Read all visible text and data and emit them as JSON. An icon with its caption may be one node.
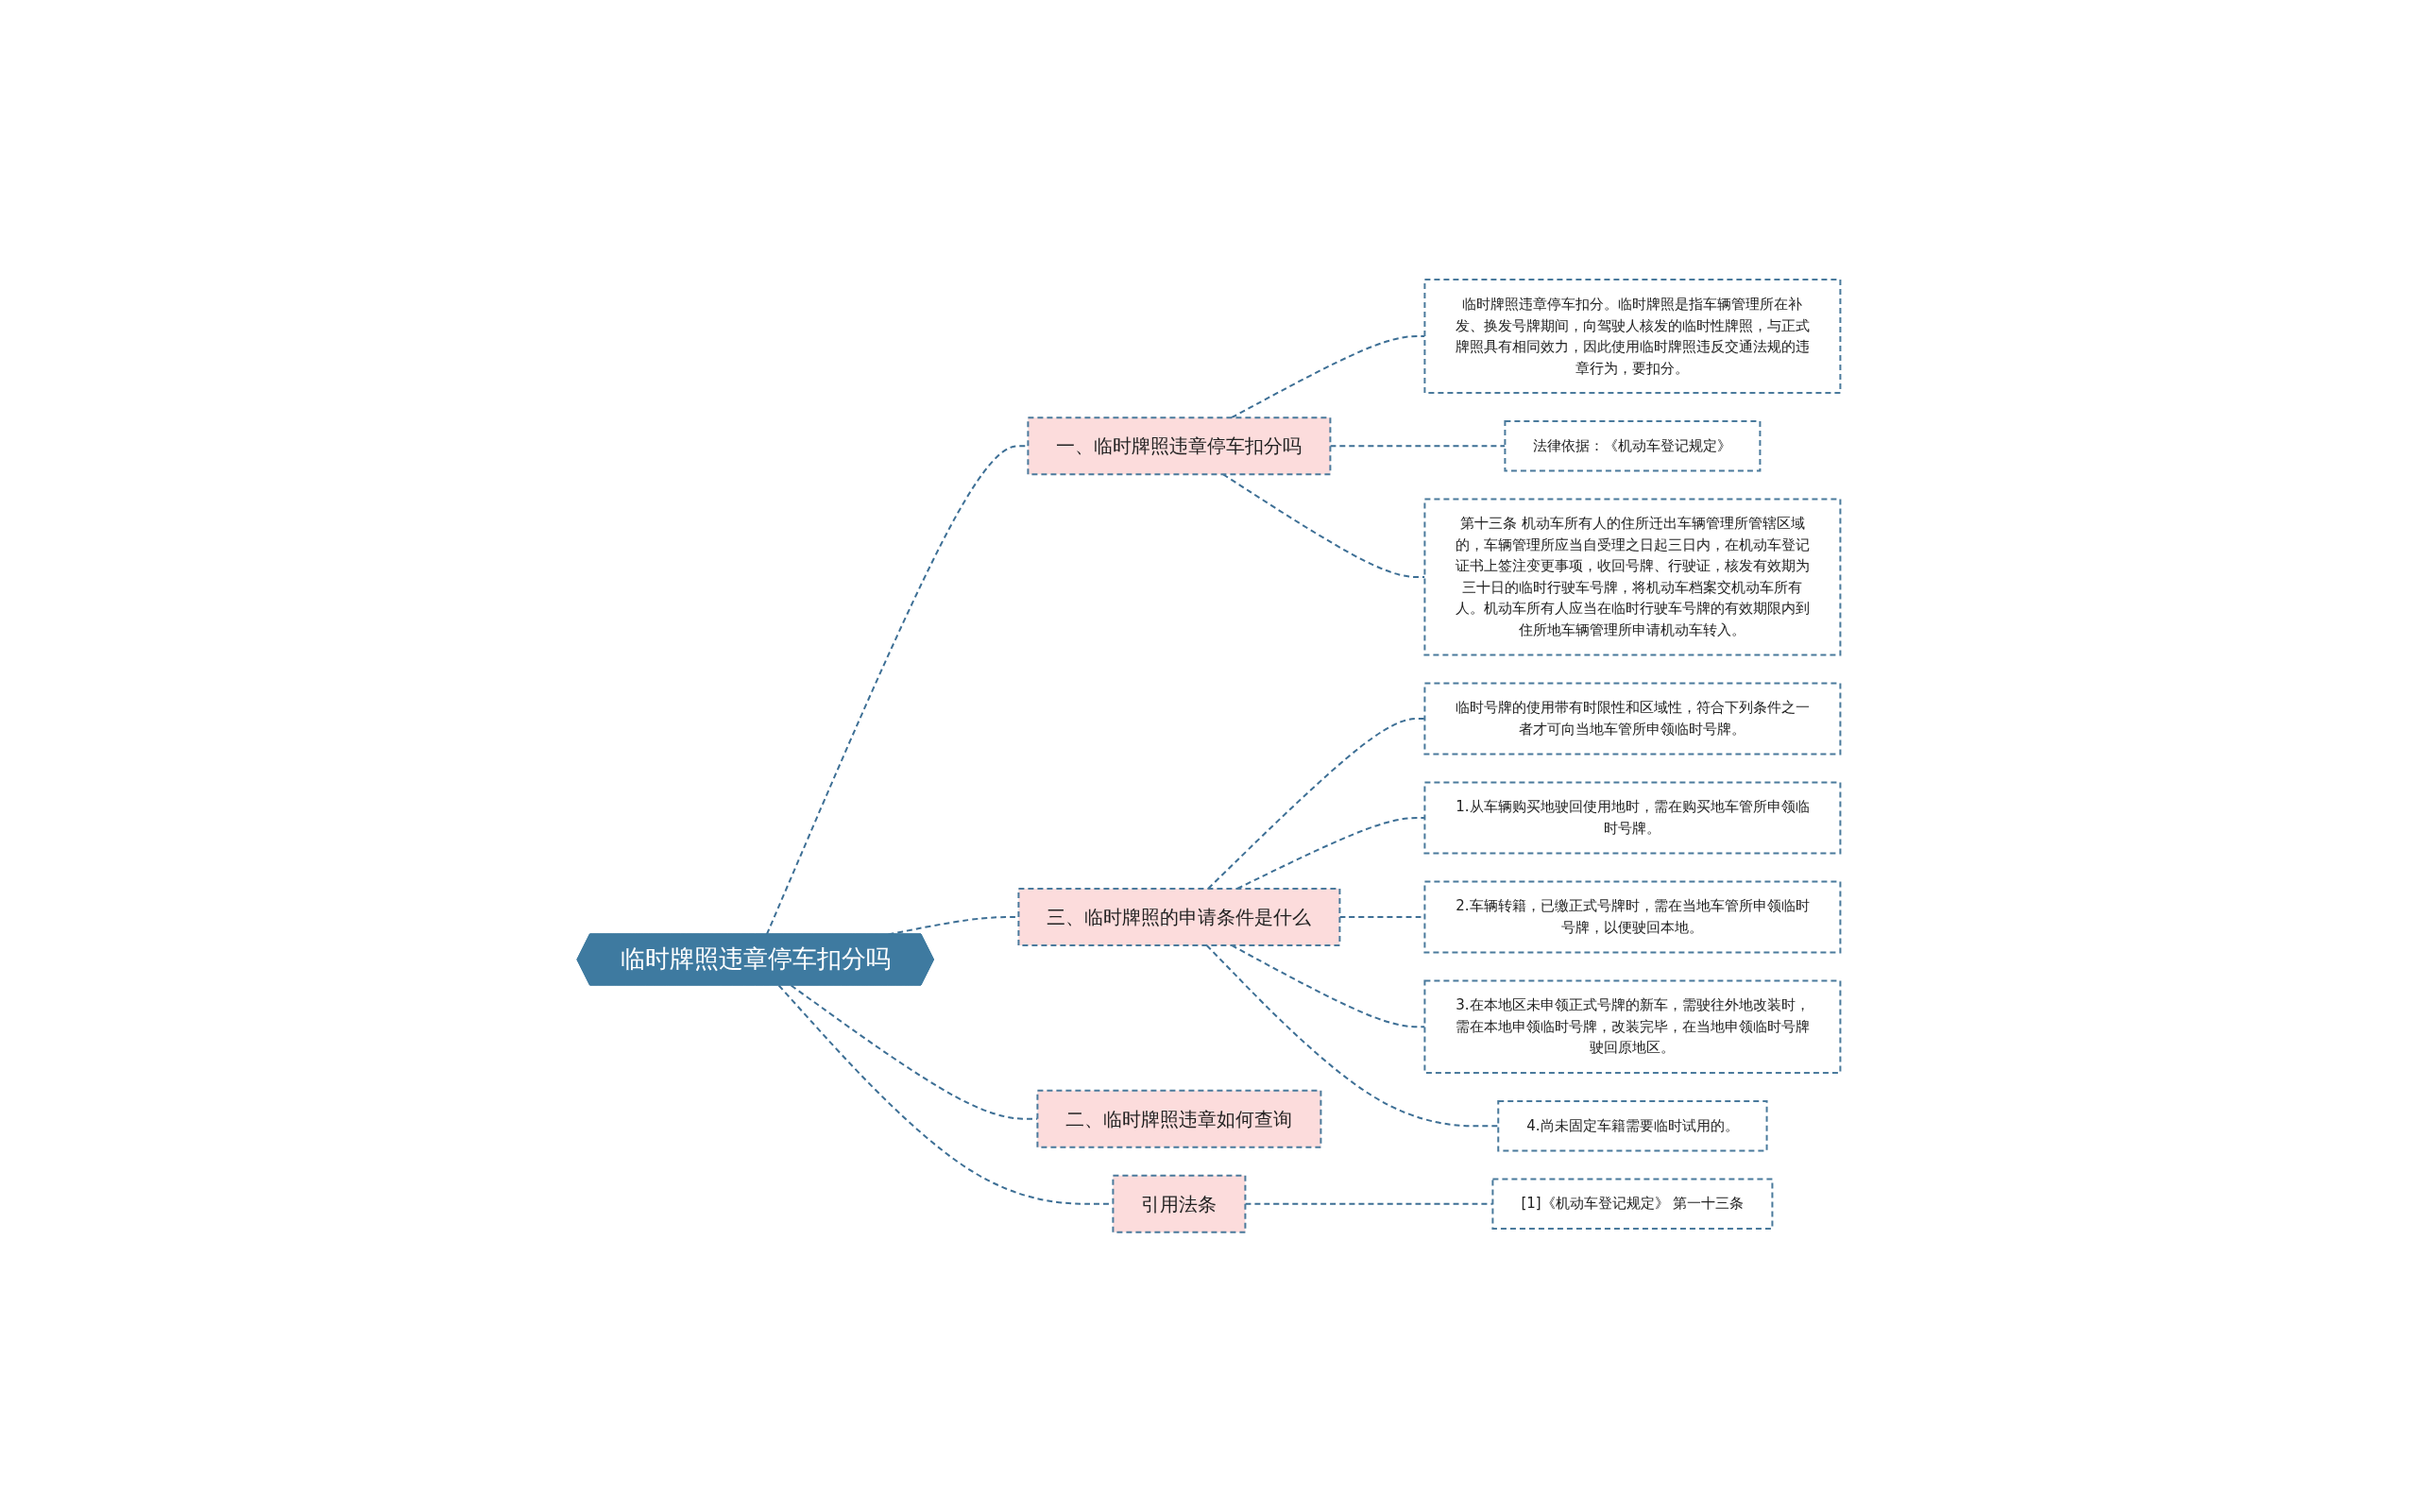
{
  "diagram": {
    "nodes": [
      {
        "text": [
          "临时牌照违章停车扣分吗"
        ]
      },
      {
        "text": [
          "一、临时牌照违章停车扣分吗"
        ]
      },
      {
        "text": [
          "临时牌照违章停车扣分。临时牌照是指车辆管理所在补发、换发号牌期间，向驾驶人核发的临时性牌照，与正式牌照具有相同效力，因此使用临时牌照违反交通法规的违章行为，要扣分。"
        ]
      },
      {
        "text": [
          "法律依据：《机动车登记规定》"
        ]
      },
      {
        "text": [
          "第十三条 机动车所有人的住所迁出车辆管理所管辖区域的，车辆管理所应当自受理之日起三日内，在机动车登记证书上签注变更事项，收回号牌、行驶证，核发有效期为三十日的临时行驶车号牌，将机动车档案交机动车所有人。机动车所有人应当在临时行驶车号牌的有效期限内到住所地车辆管理所申请机动车转入。"
        ]
      },
      {
        "text": [
          "三、临时牌照的申请条件是什么"
        ]
      },
      {
        "text": [
          "临时号牌的使用带有时限性和区域性，符合下列条件之一者才可向当地车管所申领临时号牌。"
        ]
      },
      {
        "text": [
          "1.从车辆购买地驶回使用地时，需在购买地车管所申领临时号牌。"
        ]
      },
      {
        "text": [
          "2.车辆转籍，已缴正式号牌时，需在当地车管所申领临时号牌，以便驶回本地。"
        ]
      },
      {
        "text": [
          "3.在本地区未申领正式号牌的新车，需驶往外地改装时，需在本地申领临时号牌，改装完毕，在当地申领临时号牌驶回原地区。"
        ]
      },
      {
        "text": [
          "4.尚未固定车籍需要临时试用的。"
        ]
      },
      {
        "text": [
          "二、临时牌照违章如何查询"
        ]
      },
      {
        "text": [
          "引用法条"
        ]
      },
      {
        "text": [
          "[1]《机动车登记规定》 第一十三条"
        ]
      }
    ],
    "edges": [
      {
        "from": 0,
        "to": 1,
        "arrow": "none",
        "style": "dashed"
      },
      {
        "from": 1,
        "to": 2,
        "arrow": "none",
        "style": "dashed"
      },
      {
        "from": 1,
        "to": 3,
        "arrow": "none",
        "style": "dashed"
      },
      {
        "from": 1,
        "to": 4,
        "arrow": "none",
        "style": "dashed"
      },
      {
        "from": 0,
        "to": 5,
        "arrow": "none",
        "style": "dashed"
      },
      {
        "from": 5,
        "to": 6,
        "arrow": "none",
        "style": "dashed"
      },
      {
        "from": 5,
        "to": 7,
        "arrow": "none",
        "style": "dashed"
      },
      {
        "from": 5,
        "to": 8,
        "arrow": "none",
        "style": "dashed"
      },
      {
        "from": 5,
        "to": 9,
        "arrow": "none",
        "style": "dashed"
      },
      {
        "from": 5,
        "to": 10,
        "arrow": "none",
        "style": "dashed"
      },
      {
        "from": 0,
        "to": 11,
        "arrow": "none",
        "style": "dashed"
      },
      {
        "from": 0,
        "to": 12,
        "arrow": "none",
        "style": "dashed"
      },
      {
        "from": 12,
        "to": 13,
        "arrow": "none",
        "style": "dashed"
      }
    ]
  }
}
